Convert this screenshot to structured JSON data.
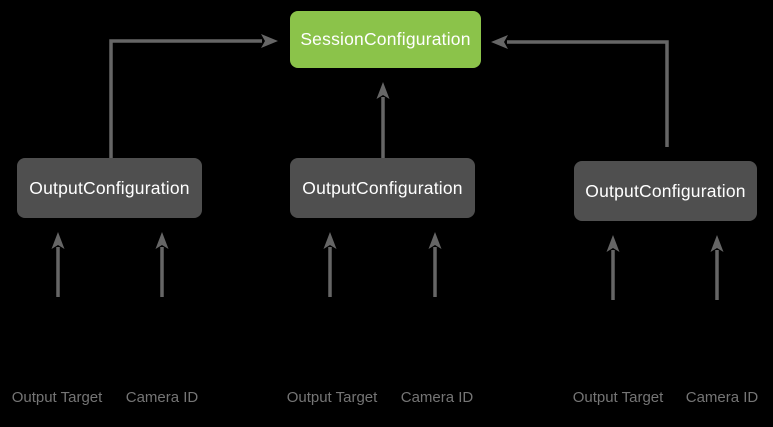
{
  "colors": {
    "background": "#000000",
    "session_fill": "#8BC34A",
    "output_fill": "#4F4F4F",
    "box_text": "#FFFFFF",
    "arrow": "#666666",
    "label_text": "#757575"
  },
  "session_box": {
    "label": "SessionConfiguration"
  },
  "groups": [
    {
      "box_label": "OutputConfiguration",
      "inputs": [
        {
          "label": "Output Target"
        },
        {
          "label": "Camera ID"
        }
      ]
    },
    {
      "box_label": "OutputConfiguration",
      "inputs": [
        {
          "label": "Output Target"
        },
        {
          "label": "Camera ID"
        }
      ]
    },
    {
      "box_label": "OutputConfiguration",
      "inputs": [
        {
          "label": "Output Target"
        },
        {
          "label": "Camera ID"
        }
      ]
    }
  ]
}
